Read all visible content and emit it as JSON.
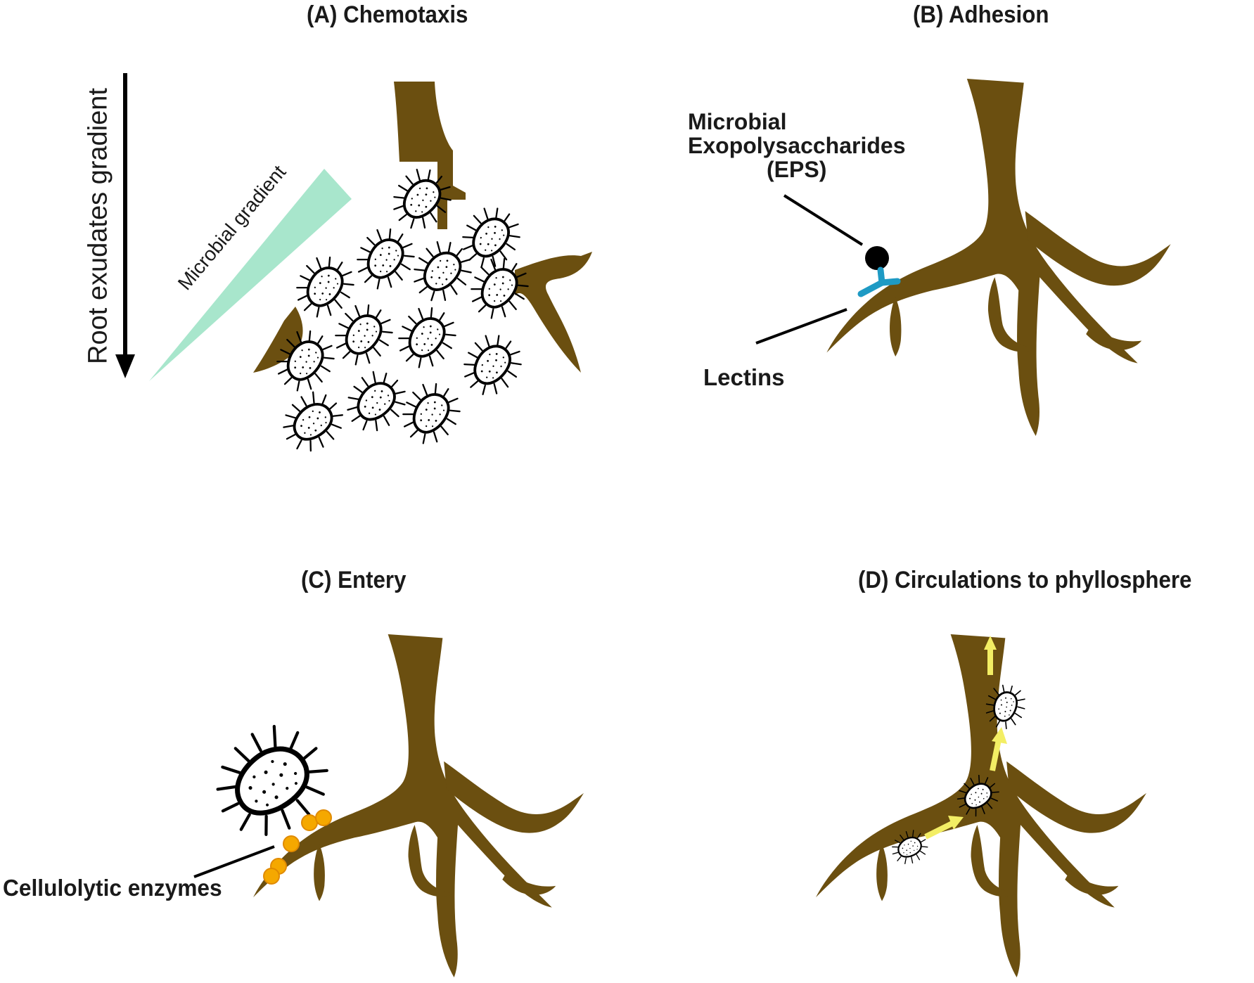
{
  "panels": {
    "a": {
      "title": "(A) Chemotaxis",
      "y_arrow_label": "Root exudates gradient",
      "gradient_label": "Microbial gradient"
    },
    "b": {
      "title": "(B) Adhesion",
      "eps_label": [
        "Microbial",
        "Exopolysaccharides",
        "(EPS)"
      ],
      "lectin_label": "Lectins"
    },
    "c": {
      "title": "(C) Entery",
      "enzyme_label": "Cellulolytic enzymes"
    },
    "d": {
      "title": "(D) Circulations to phyllosphere"
    }
  },
  "colors": {
    "root": "#6b4f10",
    "gradient_wedge": "#a8e6cc",
    "lectin": "#1e9ac4",
    "enzyme": "#f5a800",
    "flow_arrow": "#f3ee64",
    "bacterium_fill": "#ffffff",
    "outline": "#000000"
  },
  "icons": [
    "bacterium-icon",
    "arrow-down-icon",
    "root-icon",
    "eps-ball-icon",
    "lectin-y-icon",
    "enzyme-dot-icon"
  ]
}
